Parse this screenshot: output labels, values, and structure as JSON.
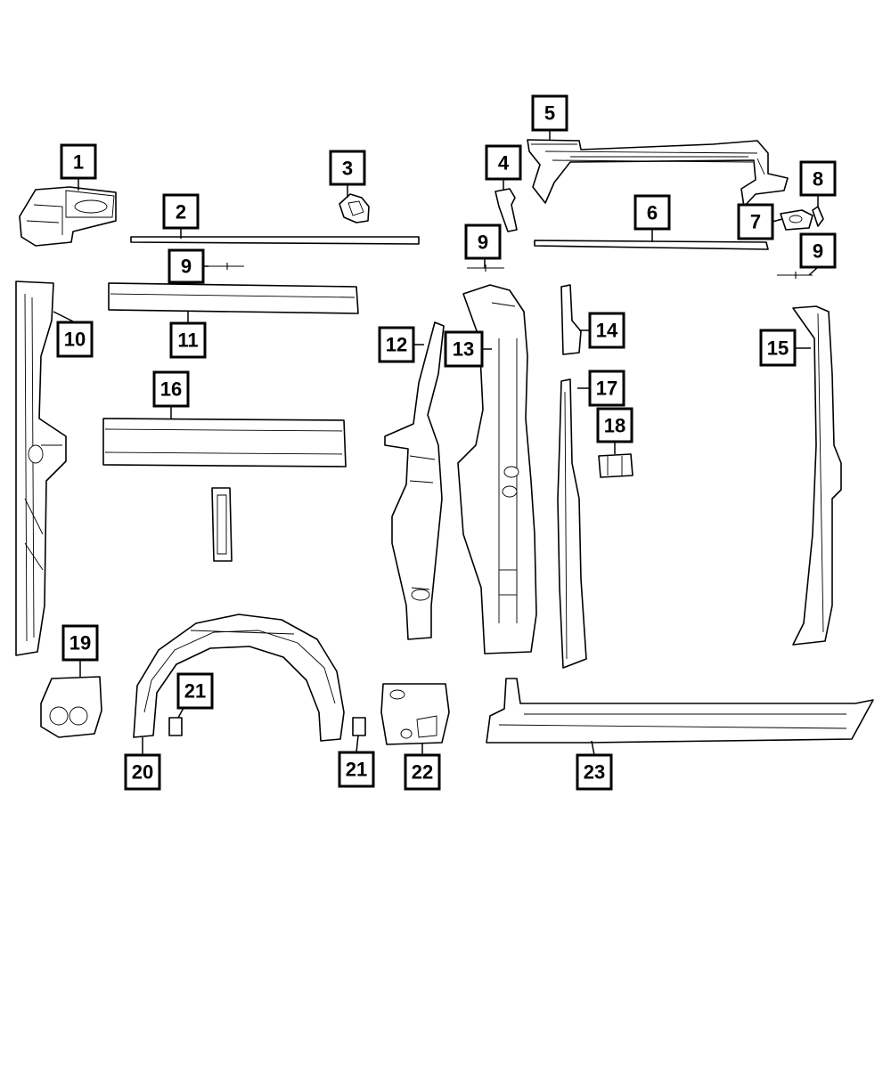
{
  "callouts": [
    {
      "id": "c1",
      "label": "1"
    },
    {
      "id": "c2",
      "label": "2"
    },
    {
      "id": "c3",
      "label": "3"
    },
    {
      "id": "c4",
      "label": "4"
    },
    {
      "id": "c5",
      "label": "5"
    },
    {
      "id": "c6",
      "label": "6"
    },
    {
      "id": "c7",
      "label": "7"
    },
    {
      "id": "c8",
      "label": "8"
    },
    {
      "id": "c9a",
      "label": "9"
    },
    {
      "id": "c9b",
      "label": "9"
    },
    {
      "id": "c9c",
      "label": "9"
    },
    {
      "id": "c10",
      "label": "10"
    },
    {
      "id": "c11",
      "label": "11"
    },
    {
      "id": "c12",
      "label": "12"
    },
    {
      "id": "c13",
      "label": "13"
    },
    {
      "id": "c14",
      "label": "14"
    },
    {
      "id": "c15",
      "label": "15"
    },
    {
      "id": "c16",
      "label": "16"
    },
    {
      "id": "c17",
      "label": "17"
    },
    {
      "id": "c18",
      "label": "18"
    },
    {
      "id": "c19",
      "label": "19"
    },
    {
      "id": "c20",
      "label": "20"
    },
    {
      "id": "c21a",
      "label": "21"
    },
    {
      "id": "c21b",
      "label": "21"
    },
    {
      "id": "c22",
      "label": "22"
    },
    {
      "id": "c23",
      "label": "23"
    }
  ]
}
